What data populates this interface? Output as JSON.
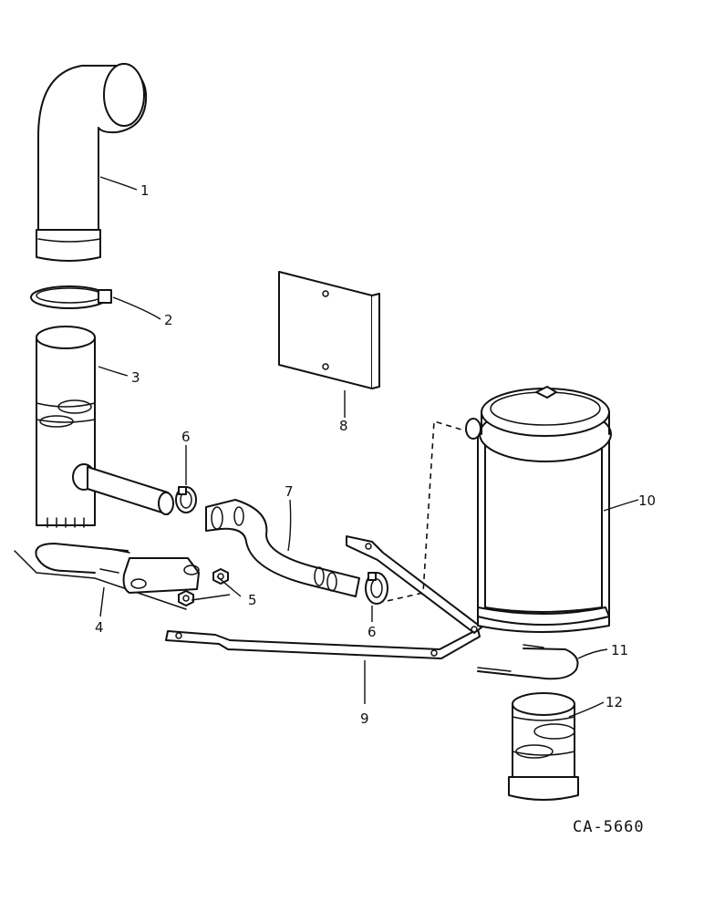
{
  "callouts": {
    "c1": "1",
    "c2": "2",
    "c3": "3",
    "c4": "4",
    "c5": "5",
    "c6a": "6",
    "c6b": "6",
    "c7": "7",
    "c8": "8",
    "c9": "9",
    "c10": "10",
    "c11": "11",
    "c12": "12"
  },
  "reference_code": "CA-5660"
}
